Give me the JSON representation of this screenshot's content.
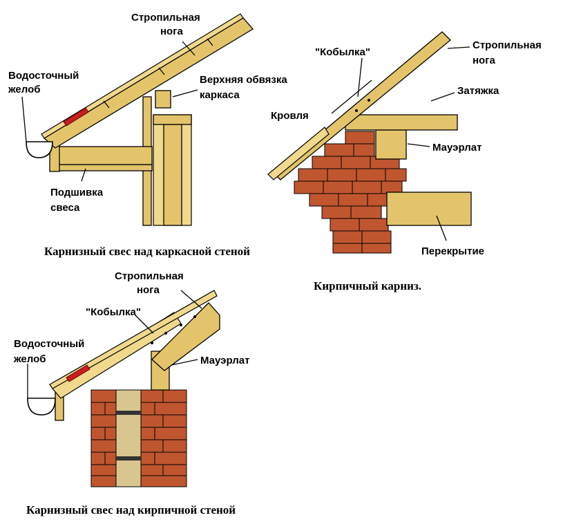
{
  "diagram_1": {
    "labels": {
      "rafter": [
        "Стропильная",
        "нога"
      ],
      "gutter": [
        "Водосточный",
        "желоб"
      ],
      "top_plate": [
        "Верхняя обвязка",
        "каркаса"
      ],
      "soffit": [
        "Подшивка",
        "свеса"
      ]
    },
    "caption": "Карнизный свес над каркасной стеной"
  },
  "diagram_2": {
    "labels": {
      "kobylka": "\"Кобылка\"",
      "rafter": [
        "Стропильная",
        "нога"
      ],
      "tie_beam": "Затяжка",
      "roofing": "Кровля",
      "mauerlat": "Мауэрлат",
      "floor": "Перекрытие"
    },
    "caption": "Кирпичный карниз."
  },
  "diagram_3": {
    "labels": {
      "rafter": [
        "Стропильная",
        "нога"
      ],
      "kobylka": "\"Кобылка\"",
      "gutter": [
        "Водосточный",
        "желоб"
      ],
      "mauerlat": "Мауэрлат"
    },
    "caption": "Карнизный свес над кирпичной стеной"
  }
}
